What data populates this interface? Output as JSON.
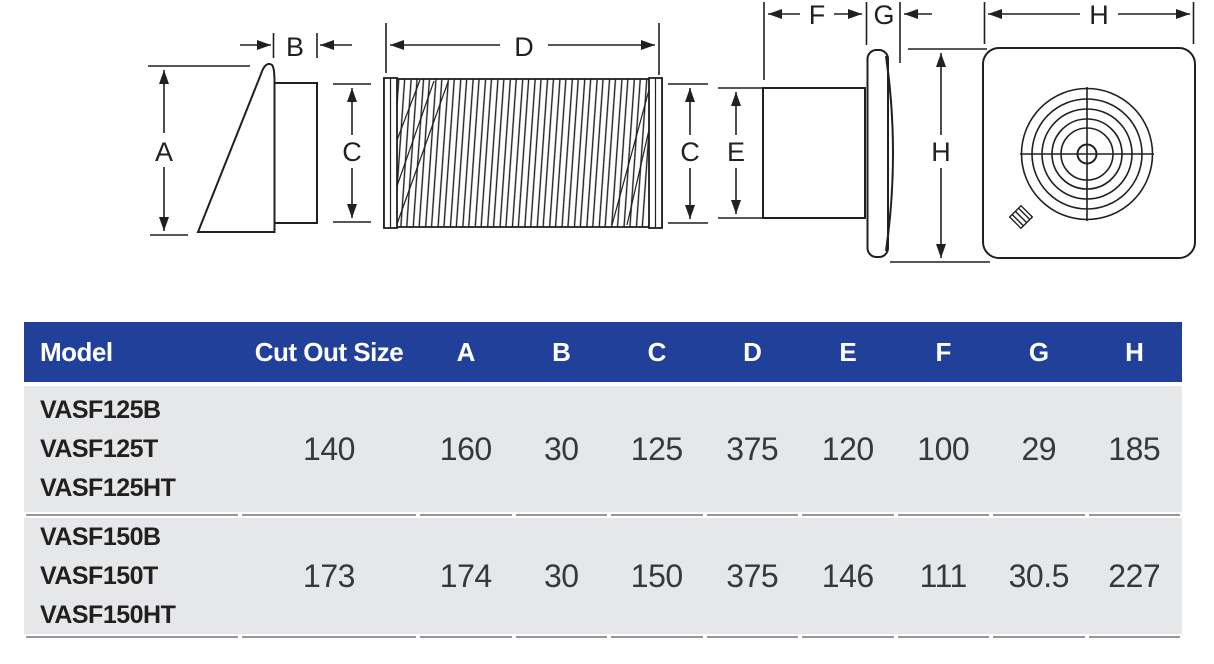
{
  "diagram": {
    "dim_labels": {
      "a": "A",
      "b": "B",
      "c_cowl": "C",
      "d": "D",
      "c_duct": "C",
      "e": "E",
      "f": "F",
      "g": "G",
      "h_side": "H",
      "h_front": "H"
    }
  },
  "table": {
    "headers": [
      "Model",
      "Cut Out Size",
      "A",
      "B",
      "C",
      "D",
      "E",
      "F",
      "G",
      "H"
    ],
    "rows": [
      {
        "models": [
          "VASF125B",
          "VASF125T",
          "VASF125HT"
        ],
        "values": [
          "140",
          "160",
          "30",
          "125",
          "375",
          "120",
          "100",
          "29",
          "185"
        ]
      },
      {
        "models": [
          "VASF150B",
          "VASF150T",
          "VASF150HT"
        ],
        "values": [
          "173",
          "174",
          "30",
          "150",
          "375",
          "146",
          "111",
          "30.5",
          "227"
        ]
      }
    ]
  },
  "colors": {
    "header_bg": "#21409a",
    "header_text": "#ffffff",
    "row_bg": "#e6e7e8",
    "separator": "#95979a",
    "line_art": "#231f20"
  }
}
